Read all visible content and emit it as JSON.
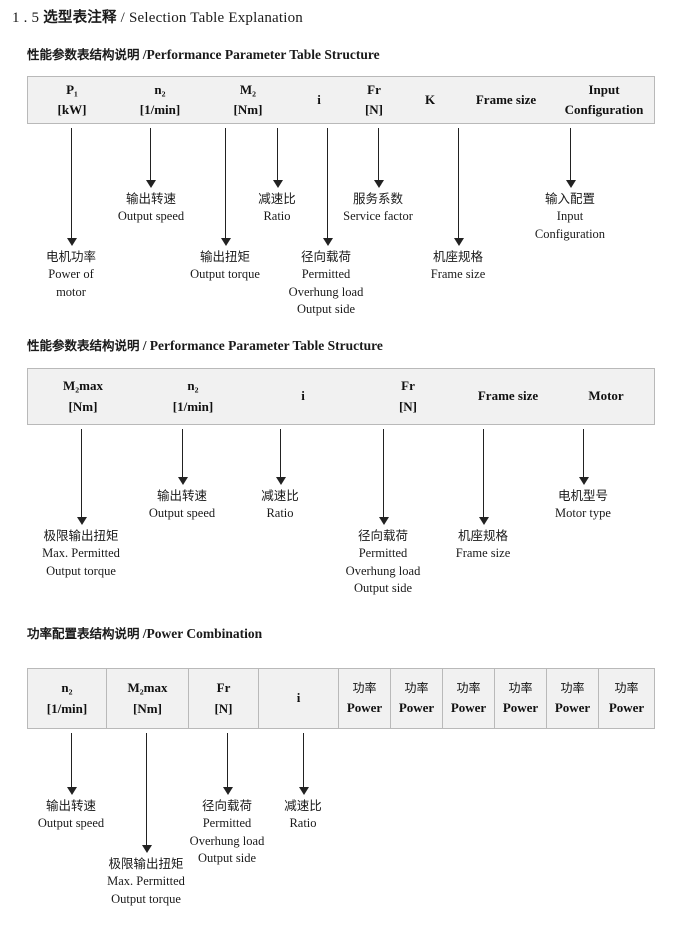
{
  "page": {
    "title_number": "1 . 5",
    "title_cn": "选型表注释",
    "title_sep": "/",
    "title_en": "Selection Table Explanation"
  },
  "sections": [
    {
      "heading_cn": "性能参数表结构说明",
      "heading_sep": "/",
      "heading_en": "Performance Parameter Table Structure",
      "table": {
        "ruled": false,
        "columns": [
          {
            "line1": "P₁",
            "line2": "[kW]"
          },
          {
            "line1": "n₂",
            "line2": "[1/min]"
          },
          {
            "line1": "M₂",
            "line2": "[Nm]"
          },
          {
            "line1": "i",
            "line2": ""
          },
          {
            "line1": "Fr",
            "line2": "[N]"
          },
          {
            "line1": "K",
            "line2": ""
          },
          {
            "line1": "Frame size",
            "line2": ""
          },
          {
            "line1": "Input",
            "line2": "Configuration"
          }
        ]
      },
      "notes": [
        {
          "cn": "电机功率",
          "en": [
            "Power of",
            "motor"
          ]
        },
        {
          "cn": "输出转速",
          "en": [
            "Output speed"
          ]
        },
        {
          "cn": "输出扭矩",
          "en": [
            "Output torque"
          ]
        },
        {
          "cn": "减速比",
          "en": [
            "Ratio"
          ]
        },
        {
          "cn": "径向载荷",
          "en": [
            "Permitted",
            "Overhung load",
            "Output side"
          ]
        },
        {
          "cn": "服务系数",
          "en": [
            "Service factor"
          ]
        },
        {
          "cn": "机座规格",
          "en": [
            "Frame size"
          ]
        },
        {
          "cn": "输入配置",
          "en": [
            "Input",
            "Configuration"
          ]
        }
      ]
    },
    {
      "heading_cn": "性能参数表结构说明",
      "heading_sep": "/",
      "heading_en": "Performance Parameter Table Structure",
      "table": {
        "ruled": false,
        "columns": [
          {
            "line1": "M₂max",
            "line2": "[Nm]"
          },
          {
            "line1": "n₂",
            "line2": "[1/min]"
          },
          {
            "line1": "i",
            "line2": ""
          },
          {
            "line1": "Fr",
            "line2": "[N]"
          },
          {
            "line1": "Frame size",
            "line2": ""
          },
          {
            "line1": "Motor",
            "line2": ""
          }
        ]
      },
      "notes": [
        {
          "cn": "极限输出扭矩",
          "en": [
            "Max. Permitted",
            "Output  torque"
          ]
        },
        {
          "cn": "输出转速",
          "en": [
            "Output speed"
          ]
        },
        {
          "cn": "减速比",
          "en": [
            "Ratio"
          ]
        },
        {
          "cn": "径向载荷",
          "en": [
            "Permitted",
            "Overhung load",
            "Output side"
          ]
        },
        {
          "cn": "机座规格",
          "en": [
            "Frame size"
          ]
        },
        {
          "cn": "电机型号",
          "en": [
            "Motor type"
          ]
        }
      ]
    },
    {
      "heading_cn": "功率配置表结构说明",
      "heading_sep": "/",
      "heading_en": "Power Combination",
      "table": {
        "ruled": true,
        "columns": [
          {
            "line1": "n₂",
            "line2": "[1/min]"
          },
          {
            "line1": "M₂max",
            "line2": "[Nm]"
          },
          {
            "line1": "Fr",
            "line2": "[N]"
          },
          {
            "line1": "i",
            "line2": ""
          },
          {
            "line1": "功率",
            "line2": "Power",
            "cn_first": true
          },
          {
            "line1": "功率",
            "line2": "Power",
            "cn_first": true
          },
          {
            "line1": "功率",
            "line2": "Power",
            "cn_first": true
          },
          {
            "line1": "功率",
            "line2": "Power",
            "cn_first": true
          },
          {
            "line1": "功率",
            "line2": "Power",
            "cn_first": true
          },
          {
            "line1": "功率",
            "line2": "Power",
            "cn_first": true
          }
        ]
      },
      "notes": [
        {
          "cn": "输出转速",
          "en": [
            "Output speed"
          ]
        },
        {
          "cn": "极限输出扭矩",
          "en": [
            "Max. Permitted",
            "Output  torque"
          ]
        },
        {
          "cn": "径向载荷",
          "en": [
            "Permitted",
            "Overhung load",
            "Output side"
          ]
        },
        {
          "cn": "减速比",
          "en": [
            "Ratio"
          ]
        }
      ]
    }
  ]
}
